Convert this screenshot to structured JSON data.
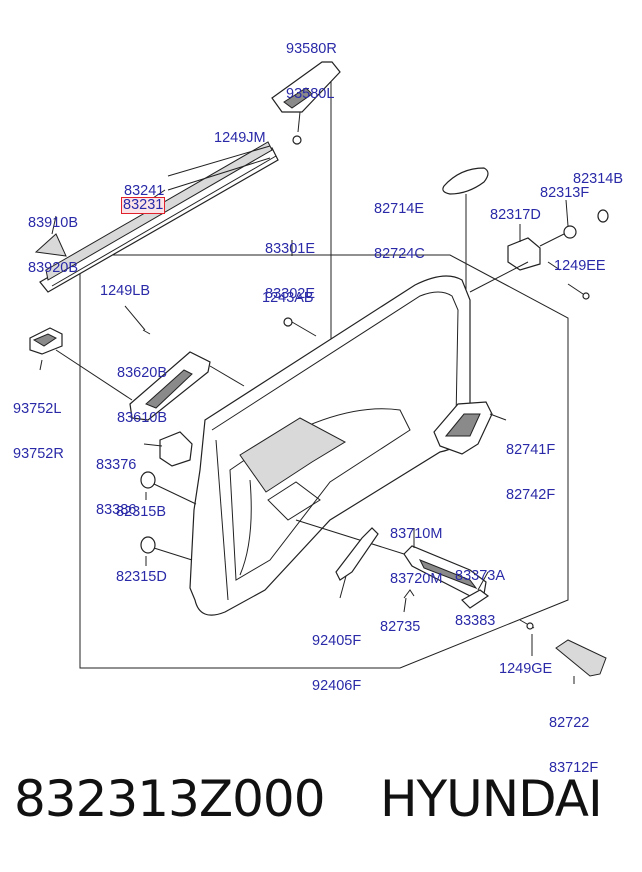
{
  "labels": {
    "p93580": [
      "93580R",
      "93580L"
    ],
    "p1249jm": "1249JM",
    "p83231": "83231",
    "p83241": "83241",
    "p83910": [
      "83910B",
      "83920B"
    ],
    "p83301": [
      "83301E",
      "83302E"
    ],
    "p82714": [
      "82714E",
      "82724C"
    ],
    "p82314": "82314B",
    "p82313": "82313F",
    "p82317": "82317D",
    "p1249ee": "1249EE",
    "p1249lb": "1249LB",
    "p1243ab": "1243AB",
    "p83620": [
      "83620B",
      "83610B"
    ],
    "p93752": [
      "93752L",
      "93752R"
    ],
    "p83376": [
      "83376",
      "83386"
    ],
    "p82741": [
      "82741F",
      "82742F"
    ],
    "p82315a": "82315B",
    "p82315b": "82315D",
    "p83710": [
      "83710M",
      "83720M"
    ],
    "p83373": [
      "83373A",
      "83383"
    ],
    "p92405": [
      "92405F",
      "92406F"
    ],
    "p82735": "82735",
    "p1249ge": "1249GE",
    "p82722": [
      "82722",
      "83712F"
    ]
  },
  "footer": {
    "part_number": "832313Z000",
    "brand": "HYUNDAI"
  },
  "colors": {
    "label_text": "#2a2aa8",
    "highlight_border": "#e0202a",
    "highlight_fill": "#fbe4e8"
  }
}
